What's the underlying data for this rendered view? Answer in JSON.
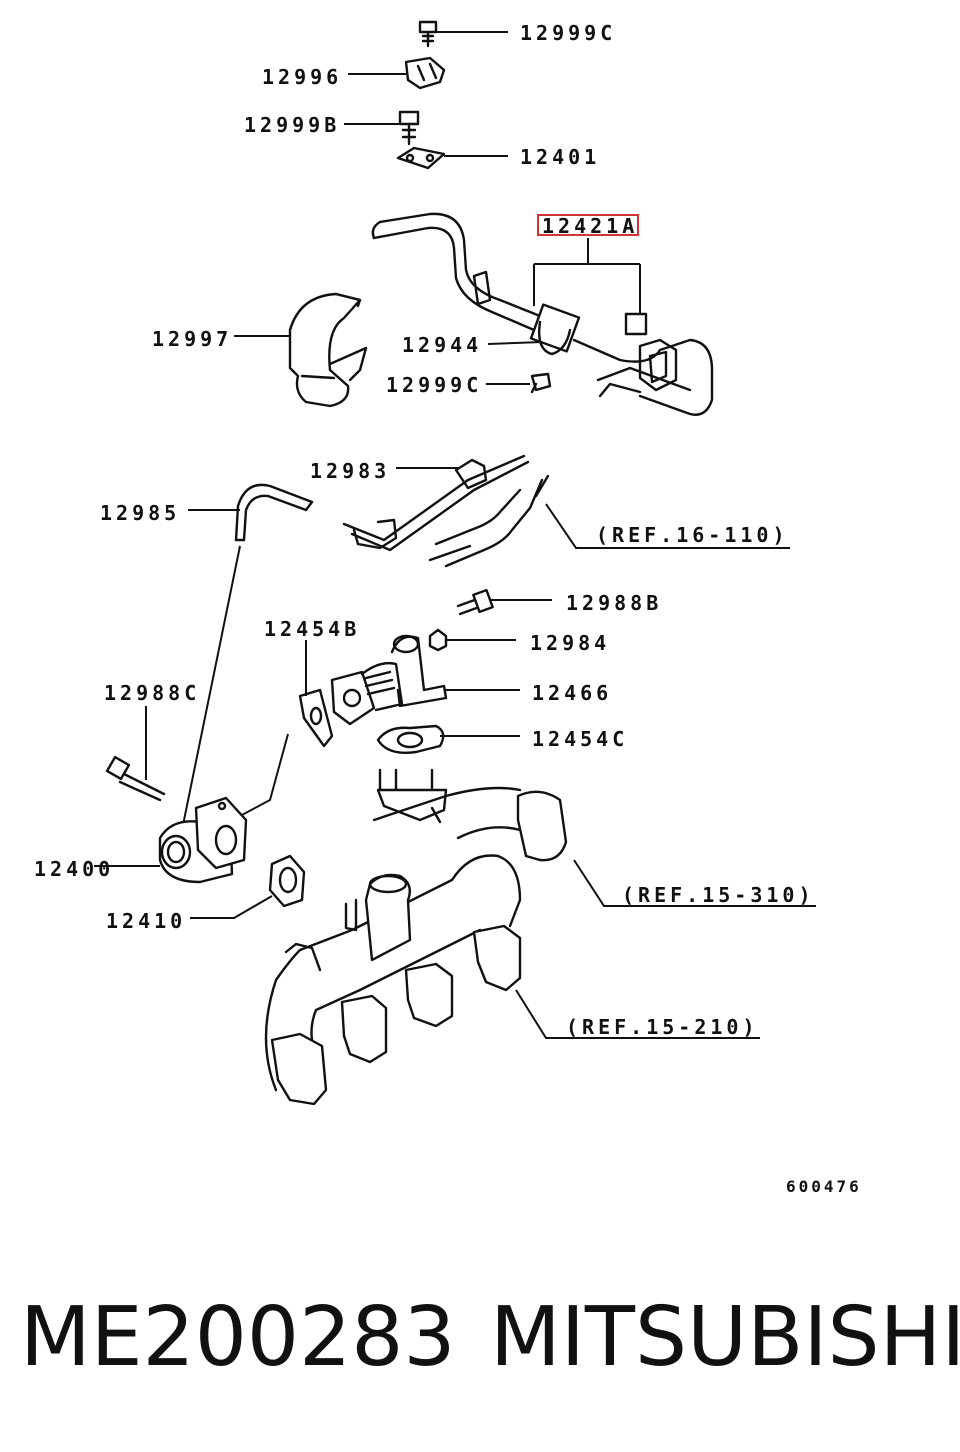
{
  "labels": {
    "l12999C_top": "12999C",
    "l12996": "12996",
    "l12999B": "12999B",
    "l12401": "12401",
    "l12421A": "12421A",
    "l12997": "12997",
    "l12944": "12944",
    "l12999C_mid": "12999C",
    "l12983": "12983",
    "l12985": "12985",
    "ref16110": "(REF.16-110)",
    "l12988B": "12988B",
    "l12454B": "12454B",
    "l12984": "12984",
    "l12466": "12466",
    "l12988C": "12988C",
    "l12454C": "12454C",
    "l12400": "12400",
    "ref15310": "(REF.15-310)",
    "l12410": "12410",
    "ref15210": "(REF.15-210)",
    "drawing_no": "600476"
  },
  "highlight_color": "#d33333",
  "footer": {
    "part_number": "ME200283",
    "brand": "MITSUBISHI"
  }
}
